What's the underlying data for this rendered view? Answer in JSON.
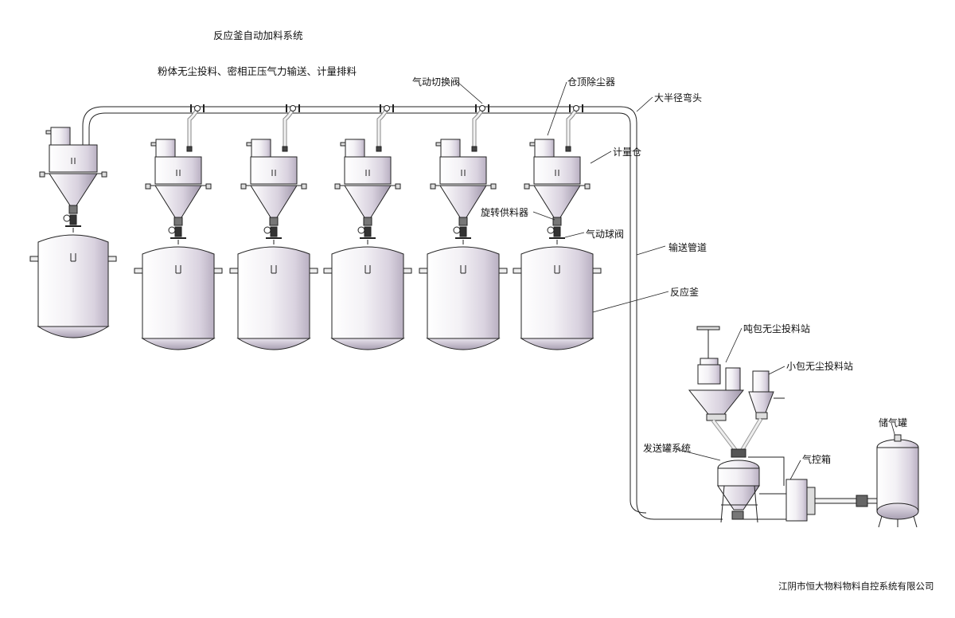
{
  "title": "反应釜自动加料系统",
  "subtitle": "粉体无尘投料、密相正压气力输送、计量排料",
  "company": "江阴市恒大物料物料自控系统有限公司",
  "labels": {
    "switch_valve": "气动切换阀",
    "dust_collector": "仓顶除尘器",
    "large_radius_elbow": "大半径弯头",
    "metering_bin": "计量仓",
    "rotary_feeder": "旋转供料器",
    "ball_valve": "气动球阀",
    "conveying_pipe": "输送管道",
    "reactor": "反应釜",
    "ton_bag_station": "吨包无尘投料站",
    "small_bag_station": "小包无尘投料站",
    "air_tank": "储气罐",
    "sender_system": "发送罐系统",
    "control_box": "气控箱"
  },
  "colors": {
    "line": "#222222",
    "vessel_light": "#f6f4f8",
    "vessel_mid": "#e6e0ea",
    "vessel_dark": "#b7aebf",
    "pipe": "#f2f2f2"
  },
  "reactor_units": 6
}
